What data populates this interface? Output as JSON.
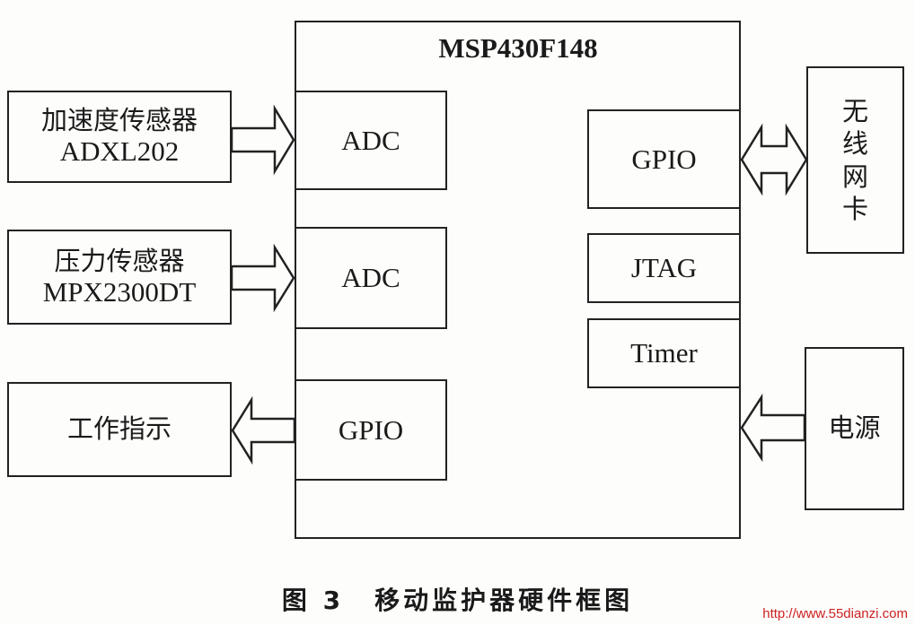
{
  "mcu": {
    "title": "MSP430F148"
  },
  "left": {
    "accel": {
      "line1": "加速度传感器",
      "line2": "ADXL202"
    },
    "pressure": {
      "line1": "压力传感器",
      "line2": "MPX2300DT"
    },
    "indicator": {
      "label": "工作指示"
    }
  },
  "mcu_blocks": {
    "adc1": "ADC",
    "adc2": "ADC",
    "gpio_left": "GPIO",
    "gpio_right": "GPIO",
    "jtag": "JTAG",
    "timer": "Timer"
  },
  "right": {
    "wireless": [
      "无",
      "线",
      "网",
      "卡"
    ],
    "power": "电源"
  },
  "caption": {
    "number": "图 3",
    "text": "移动监护器硬件框图"
  },
  "watermark": "http://www.55dianzi.com"
}
